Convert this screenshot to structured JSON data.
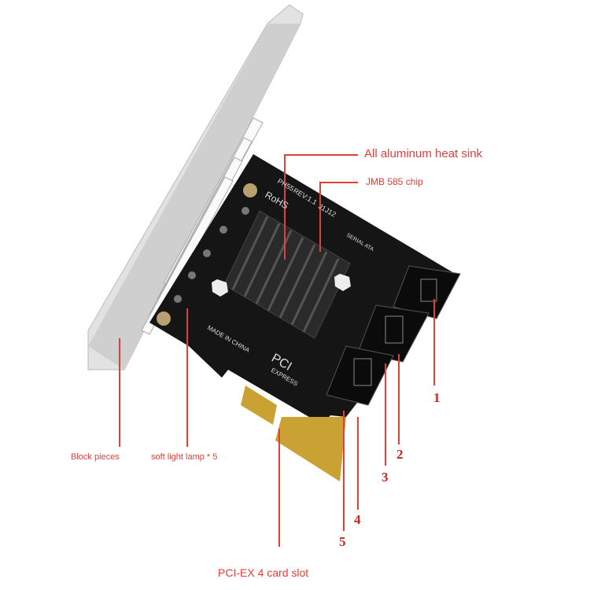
{
  "callouts": {
    "heat_sink": "All aluminum heat sink",
    "chip": "JMB 585 chip",
    "block": "Block pieces",
    "lamp": "soft light lamp * 5",
    "slot": "PCI-EX 4 card slot"
  },
  "ports": [
    "1",
    "2",
    "3",
    "4",
    "5"
  ],
  "board_print": {
    "model": "PH55",
    "rev": "REV:1.1",
    "id": "J1J12",
    "rohs": "RoHS",
    "made": "MADE IN CHINA",
    "pci": "PCI",
    "express": "EXPRESS",
    "sata": "SERIAL ATA"
  },
  "colors": {
    "callout": "#e0403a",
    "pcb": "#111111",
    "bracket": "#d9d9d9",
    "gold": "#c9a233"
  }
}
